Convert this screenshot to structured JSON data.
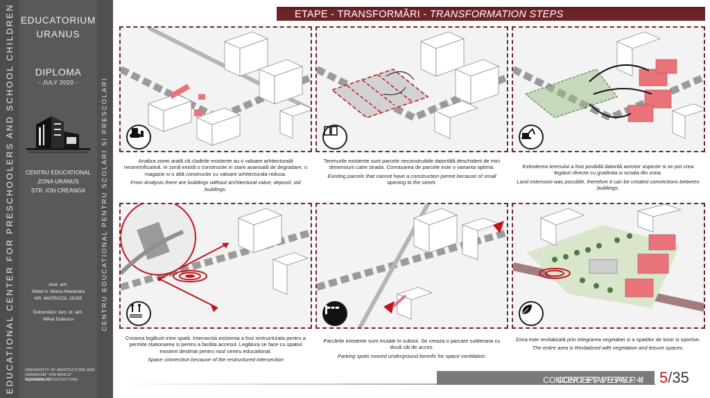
{
  "sidebar": {
    "vertical_main": "EDUCATIONAL CENTER FOR PRESCHOOLERS AND SCHOOL CHILDREN",
    "vertical_side": "CENTRU EDUCATIONAL PENTRU SCOLARI SI PRESCOLARI",
    "title_line1": "EDUCATORIUM",
    "title_line2": "URANUS",
    "diploma": "DIPLOMA",
    "date": "- JULY 2020 -",
    "center_line1": "CENTRU EDUCATIONAL",
    "center_line2": "ZONA URANUS",
    "center_line3": "STR. ION CREANGA",
    "student_line1": "stud. arh.",
    "student_line2": "Matei A. Maria Alexandra",
    "student_line3": "NR. MATRICOL 15195",
    "advisor_line1": "Îndrumător: lect. dr. arh.",
    "advisor_line2": "-Mihai Dutescu-",
    "uni_line1": "UNIVERSITY OF ARHITECTURE AND",
    "uni_line2": "URBANISM \"ION MINCU\" BUCHAREST",
    "uni_line3": "-GENERAL ARCHITECTURE-"
  },
  "header": {
    "title_main": "ETAPE - TRANSFORMĂRI - ",
    "title_italic": "TRANSFORMATION STEPS"
  },
  "panels": [
    {
      "icon": "bulldozer-icon",
      "text_ro": "Analiza zonei arată că cladirile existente au o valoare arhitecturală nesemnificativă. In zonă există o constructie in stare avansată de degradare, o magazie si o altă constructie cu valoare arhitecturala redusa.",
      "text_en": "From Analysis there are buildings without architectural value; deposit, old buildings."
    },
    {
      "icon": "parcel-icon",
      "text_ro": "Terenurile existente sunt parcele neconstruibile datorităă deschiderii de mici dimensiuni catre strada. Comasarea de parcele este o varianta optima.",
      "text_en": "Existing parcels that cannot have a construction permit because of small opening to the street."
    },
    {
      "icon": "excavator-icon",
      "text_ro": "Extinderea terenului a fost posibilă datorită acestor aspecte si se pot crea legaturi directe cu gradinita si scoala din zona.",
      "text_en": "Land extension was possible, therefore it can be created connections between buildings."
    },
    {
      "icon": "pedestrian-crossing-icon",
      "text_ro": "Crearea legăturii intre spatii. Intersectia existenta a fost restructurata pentru a permite stationarea si pentru a facilita accesul. Legătura se face cu spatiul existent destinat pentru noul centru educational.",
      "text_en": "Space connection because of the restructured intersection"
    },
    {
      "icon": "parking-barrier-icon",
      "text_ro": "Parcările existente sunt mutate in subsol. Se creaza o parcare subterana cu două căi de acces.",
      "text_en": "Parking spots moved underground benefic for space ventilation."
    },
    {
      "icon": "leaf-icon",
      "text_ro": "Zona este revitalizată prin integrarea vegetatiei si a spatiilor de loisir si sportive.",
      "text_en": "The entire area is Revitalised with vegetation and leisure spaces."
    }
  ],
  "footer": {
    "label_main": "CONCEPT ETAPE PAG. 4/ ",
    "label_italic": "CONCEPT STEPS  P. 4",
    "page_current": "5",
    "page_sep": "/",
    "page_total": "35"
  },
  "colors": {
    "accent": "#6e2427",
    "highlight": "#c0141b",
    "new_building": "#e8747a",
    "green_area": "#9bbf86",
    "sidebar": "#595959"
  }
}
